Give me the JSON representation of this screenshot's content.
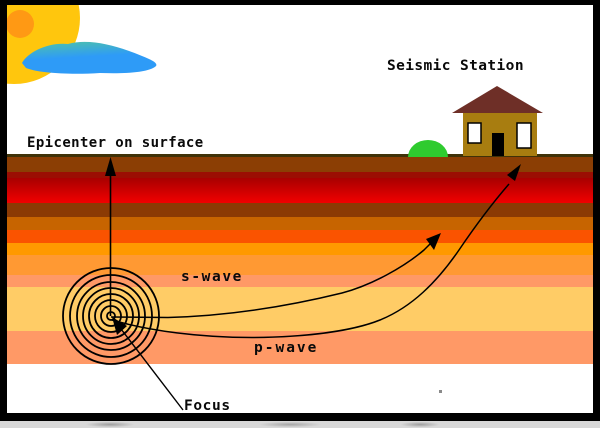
{
  "diagram": {
    "labels": {
      "epicenter": "Epicenter on surface",
      "seismic_station": "Seismic Station",
      "s_wave": "s-wave",
      "p_wave": "p-wave",
      "focus": "Focus"
    },
    "colors": {
      "sky": "#FFFFFF",
      "sun_outer": "#FFC60D",
      "sun_inner": "#FF9914",
      "cloud_teal": "#4FC3A8",
      "cloud_blue": "#2E9BF7",
      "bush_green": "#2FCB2F",
      "house_wall": "#A87D10",
      "house_roof": "#6E2F27",
      "house_door": "#000000",
      "line_color": "#000000",
      "frame_color": "#000000",
      "bottom_strip": "#D8D8D8"
    },
    "earth_layer_colors": [
      "#3F3208",
      "#8B3E04",
      "#9B0E03",
      "#D40000",
      "#8B3A04",
      "#C76400",
      "#FA5300",
      "#FF9900",
      "#FF9933",
      "#FF9966",
      "#FFCC66",
      "#FF9966",
      "#FFFFFF"
    ]
  }
}
